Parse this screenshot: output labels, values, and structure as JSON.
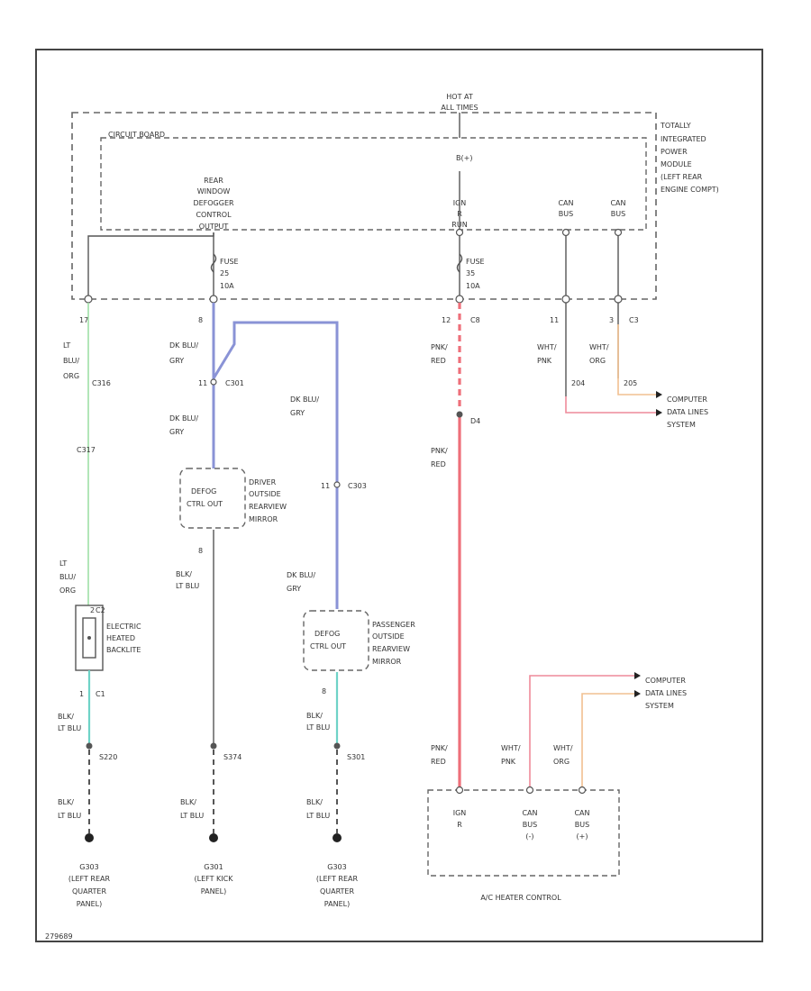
{
  "tipm": {
    "hot_label": [
      "HOT AT",
      "ALL TIMES"
    ],
    "module_label": [
      "TOTALLY",
      "INTEGRATED",
      "POWER",
      "MODULE",
      "(LEFT REAR",
      "ENGINE COMPT)"
    ],
    "circuit_board": "CIRCUIT BOARD",
    "b_plus": "B(+)",
    "rear_defogger_relay": [
      "REAR",
      "WINDOW",
      "DEFOGGER",
      "CONTROL",
      "OUTPUT"
    ],
    "ign_run": [
      "IGN",
      "R",
      "RUN"
    ],
    "can_bus_left": [
      "CAN",
      "BUS"
    ],
    "can_bus_right": [
      "CAN",
      "BUS"
    ],
    "fuse_left": [
      "FUSE",
      "25",
      "10A"
    ],
    "fuse_mid": [
      "FUSE",
      "35",
      "10A"
    ]
  },
  "pins": {
    "p17": "17",
    "p8": "8",
    "p12": "12",
    "c8": "C8",
    "p11": "11",
    "p3": "3",
    "c3": "C3"
  },
  "wires": {
    "lt_blu_org_top": [
      "LT",
      "BLU/",
      "ORG"
    ],
    "dk_blu_gry_1": [
      "DK BLU/",
      "GRY"
    ],
    "dk_blu_gry_2": [
      "DK BLU/",
      "GRY"
    ],
    "dk_blu_gry_3": [
      "DK BLU/",
      "GRY"
    ],
    "dk_blu_gry_4": [
      "DK BLU/",
      "GRY"
    ],
    "pnk_red_1": [
      "PNK/",
      "RED"
    ],
    "pnk_red_2": [
      "PNK/",
      "RED"
    ],
    "pnk_red_3": [
      "PNK/",
      "RED"
    ],
    "wht_pnk_top": [
      "WHT/",
      "PNK"
    ],
    "wht_org_top": [
      "WHT/",
      "ORG"
    ],
    "wht_pnk_bot": [
      "WHT/",
      "PNK"
    ],
    "wht_org_bot": [
      "WHT/",
      "ORG"
    ],
    "lt_blu_org_bot": [
      "LT",
      "BLU/",
      "ORG"
    ],
    "blk_lt_blu_1": [
      "BLK/",
      "LT BLU"
    ],
    "blk_lt_blu_2": [
      "BLK/",
      "LT BLU"
    ],
    "blk_lt_blu_3": [
      "BLK/",
      "LT BLU"
    ],
    "blk_lt_blu_4": [
      "BLK/",
      "LT BLU"
    ],
    "blk_lt_blu_5": [
      "BLK/",
      "LT BLU"
    ],
    "blk_lt_blu_6": [
      "BLK/",
      "LT BLU"
    ]
  },
  "connectors": {
    "c316": "C316",
    "c317": "C317",
    "c301": "C301",
    "c303": "C303",
    "s_d4": "D4",
    "s_204": "204",
    "s_205": "205",
    "c2": "C2",
    "c1": "C1",
    "c1_num": "1",
    "c2_num": "2",
    "lbl_11_c301": "11",
    "lbl_11_c303": "11",
    "pin_8_drv": "8",
    "pin_8_pass": "8",
    "s220": "S220",
    "s374": "S374",
    "s301": "S301"
  },
  "computer_data_lines_1": [
    "COMPUTER",
    "DATA LINES",
    "SYSTEM"
  ],
  "computer_data_lines_2": [
    "COMPUTER",
    "DATA LINES",
    "SYSTEM"
  ],
  "driver_mirror": {
    "box": [
      "DEFOG",
      "CTRL OUT"
    ],
    "label": [
      "DRIVER",
      "OUTSIDE",
      "REARVIEW",
      "MIRROR"
    ]
  },
  "passenger_mirror": {
    "box": [
      "DEFOG",
      "CTRL OUT"
    ],
    "label": [
      "PASSENGER",
      "OUTSIDE",
      "REARVIEW",
      "MIRROR"
    ]
  },
  "backlite": {
    "label": [
      "ELECTRIC",
      "HEATED",
      "BACKLITE"
    ]
  },
  "grounds": {
    "g1": [
      "G303",
      "(LEFT REAR",
      "QUARTER",
      "PANEL)"
    ],
    "g2": [
      "G301",
      "(LEFT KICK",
      "PANEL)"
    ],
    "g3": [
      "G303",
      "(LEFT REAR",
      "QUARTER",
      "PANEL)"
    ]
  },
  "ac_heater": {
    "label": "A/C HEATER CONTROL",
    "ign": [
      "IGN",
      "R"
    ],
    "can_lo": [
      "CAN",
      "BUS",
      "(-)"
    ],
    "can_hi": [
      "CAN",
      "BUS",
      "(+)"
    ]
  },
  "footer_code": "279689",
  "colors": {
    "dk_blu_gry": "#8a93d6",
    "pnk_red": "#ee6f7a",
    "lt_blu_org": "#9ee0a6",
    "blk_lt_blu": "#6fd3c7",
    "wht_pnk": "#ee8a9a",
    "wht_org": "#f1c090"
  }
}
